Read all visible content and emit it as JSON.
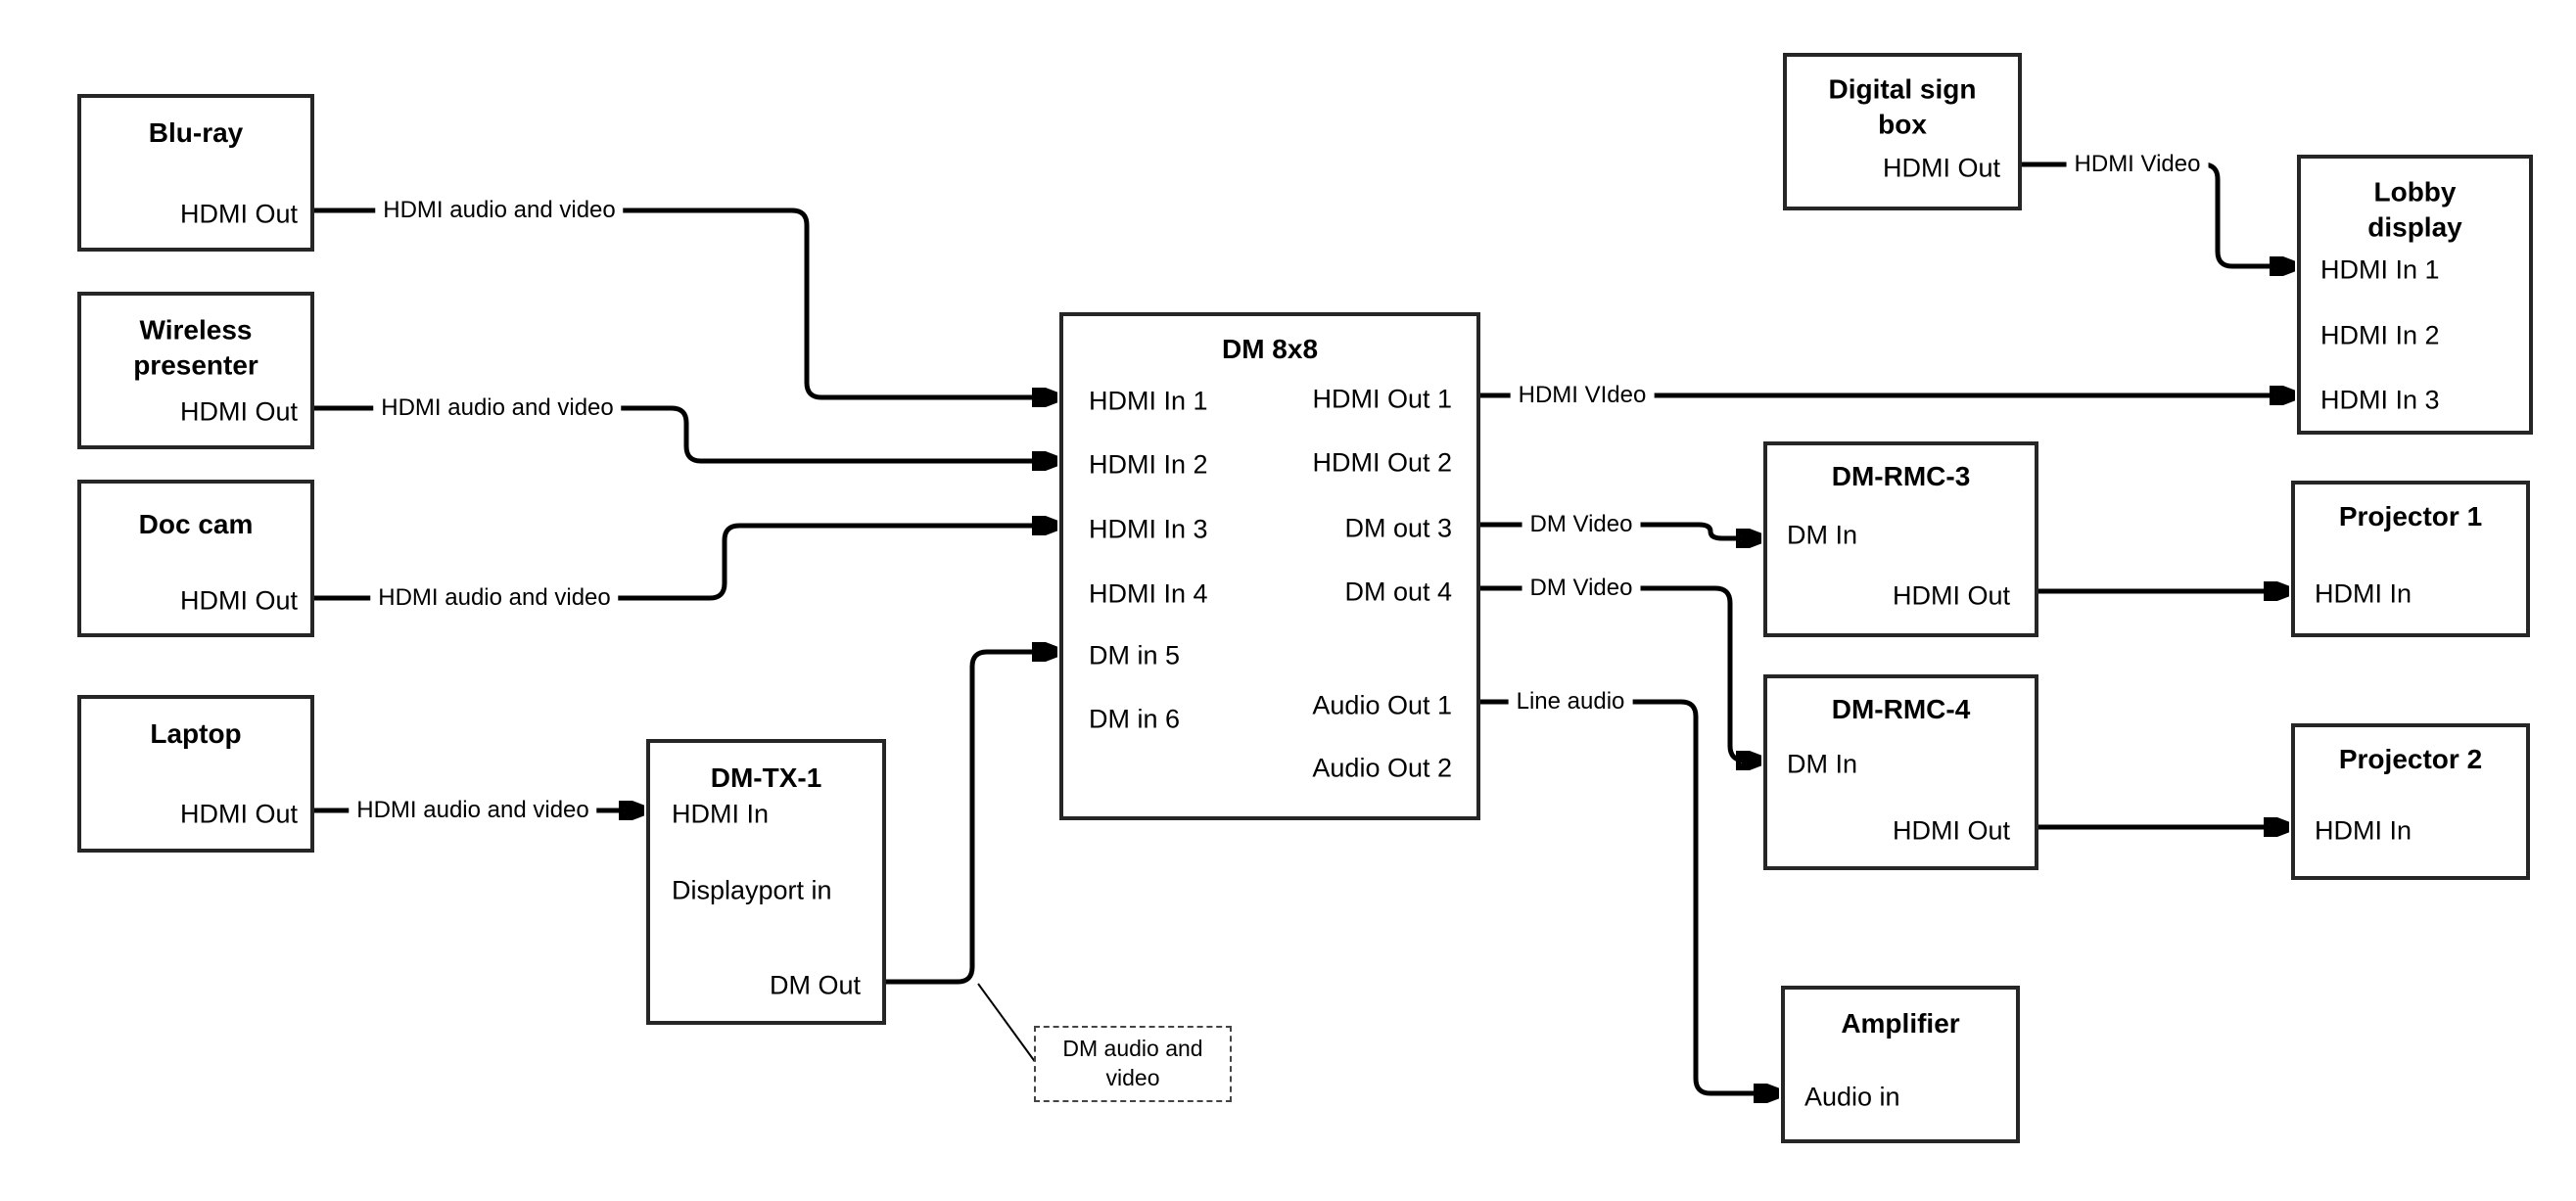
{
  "diagram": {
    "nodes": {
      "bluray": {
        "title": "Blu-ray",
        "ports": {
          "hdmi_out": "HDMI Out"
        }
      },
      "wireless": {
        "title": "Wireless\npresenter",
        "ports": {
          "hdmi_out": "HDMI Out"
        }
      },
      "doccam": {
        "title": "Doc cam",
        "ports": {
          "hdmi_out": "HDMI Out"
        }
      },
      "laptop": {
        "title": "Laptop",
        "ports": {
          "hdmi_out": "HDMI Out"
        }
      },
      "dmtx1": {
        "title": "DM-TX-1",
        "ports": {
          "hdmi_in": "HDMI In",
          "displayport_in": "Displayport in",
          "dm_out": "DM Out"
        }
      },
      "dm8x8": {
        "title": "DM 8x8",
        "ports": {
          "hdmi_in_1": "HDMI In 1",
          "hdmi_in_2": "HDMI In 2",
          "hdmi_in_3": "HDMI In 3",
          "hdmi_in_4": "HDMI In 4",
          "dm_in_5": "DM in 5",
          "dm_in_6": "DM in 6",
          "hdmi_out_1": "HDMI Out 1",
          "hdmi_out_2": "HDMI Out 2",
          "dm_out_3": "DM out 3",
          "dm_out_4": "DM out 4",
          "audio_out_1": "Audio Out 1",
          "audio_out_2": "Audio Out 2"
        }
      },
      "digsign": {
        "title": "Digital sign\nbox",
        "ports": {
          "hdmi_out": "HDMI Out"
        }
      },
      "lobby": {
        "title": "Lobby\ndisplay",
        "ports": {
          "hdmi_in_1": "HDMI In 1",
          "hdmi_in_2": "HDMI In 2",
          "hdmi_in_3": "HDMI In 3"
        }
      },
      "dmrmc3": {
        "title": "DM-RMC-3",
        "ports": {
          "dm_in": "DM In",
          "hdmi_out": "HDMI Out"
        }
      },
      "proj1": {
        "title": "Projector 1",
        "ports": {
          "hdmi_in": "HDMI In"
        }
      },
      "dmrmc4": {
        "title": "DM-RMC-4",
        "ports": {
          "dm_in": "DM In",
          "hdmi_out": "HDMI Out"
        }
      },
      "proj2": {
        "title": "Projector 2",
        "ports": {
          "hdmi_in": "HDMI In"
        }
      },
      "amp": {
        "title": "Amplifier",
        "ports": {
          "audio_in": "Audio in"
        }
      }
    },
    "edges": [
      {
        "from": "Blu-ray HDMI Out",
        "to": "DM 8x8 HDMI In 1",
        "label": "HDMI audio and video"
      },
      {
        "from": "Wireless presenter HDMI Out",
        "to": "DM 8x8 HDMI In 2",
        "label": "HDMI audio and video"
      },
      {
        "from": "Doc cam HDMI Out",
        "to": "DM 8x8 HDMI In 3",
        "label": "HDMI audio and video"
      },
      {
        "from": "Laptop HDMI Out",
        "to": "DM-TX-1 HDMI In",
        "label": "HDMI audio and video"
      },
      {
        "from": "DM-TX-1 DM Out",
        "to": "DM 8x8 DM in 5",
        "label": ""
      },
      {
        "from": "DM 8x8 HDMI Out 1",
        "to": "Lobby display HDMI In 3",
        "label": "HDMI VIdeo"
      },
      {
        "from": "DM 8x8 DM out 3",
        "to": "DM-RMC-3 DM In",
        "label": "DM Video"
      },
      {
        "from": "DM 8x8 DM out 4",
        "to": "DM-RMC-4 DM In",
        "label": "DM Video"
      },
      {
        "from": "DM 8x8 Audio Out 1",
        "to": "Amplifier Audio in",
        "label": "Line audio"
      },
      {
        "from": "Digital sign box HDMI Out",
        "to": "Lobby display HDMI In 1",
        "label": "HDMI Video"
      },
      {
        "from": "DM-RMC-3 HDMI Out",
        "to": "Projector 1 HDMI In",
        "label": ""
      },
      {
        "from": "DM-RMC-4 HDMI Out",
        "to": "Projector 2 HDMI In",
        "label": ""
      }
    ],
    "callout": {
      "text": "DM audio and\nvideo"
    }
  }
}
